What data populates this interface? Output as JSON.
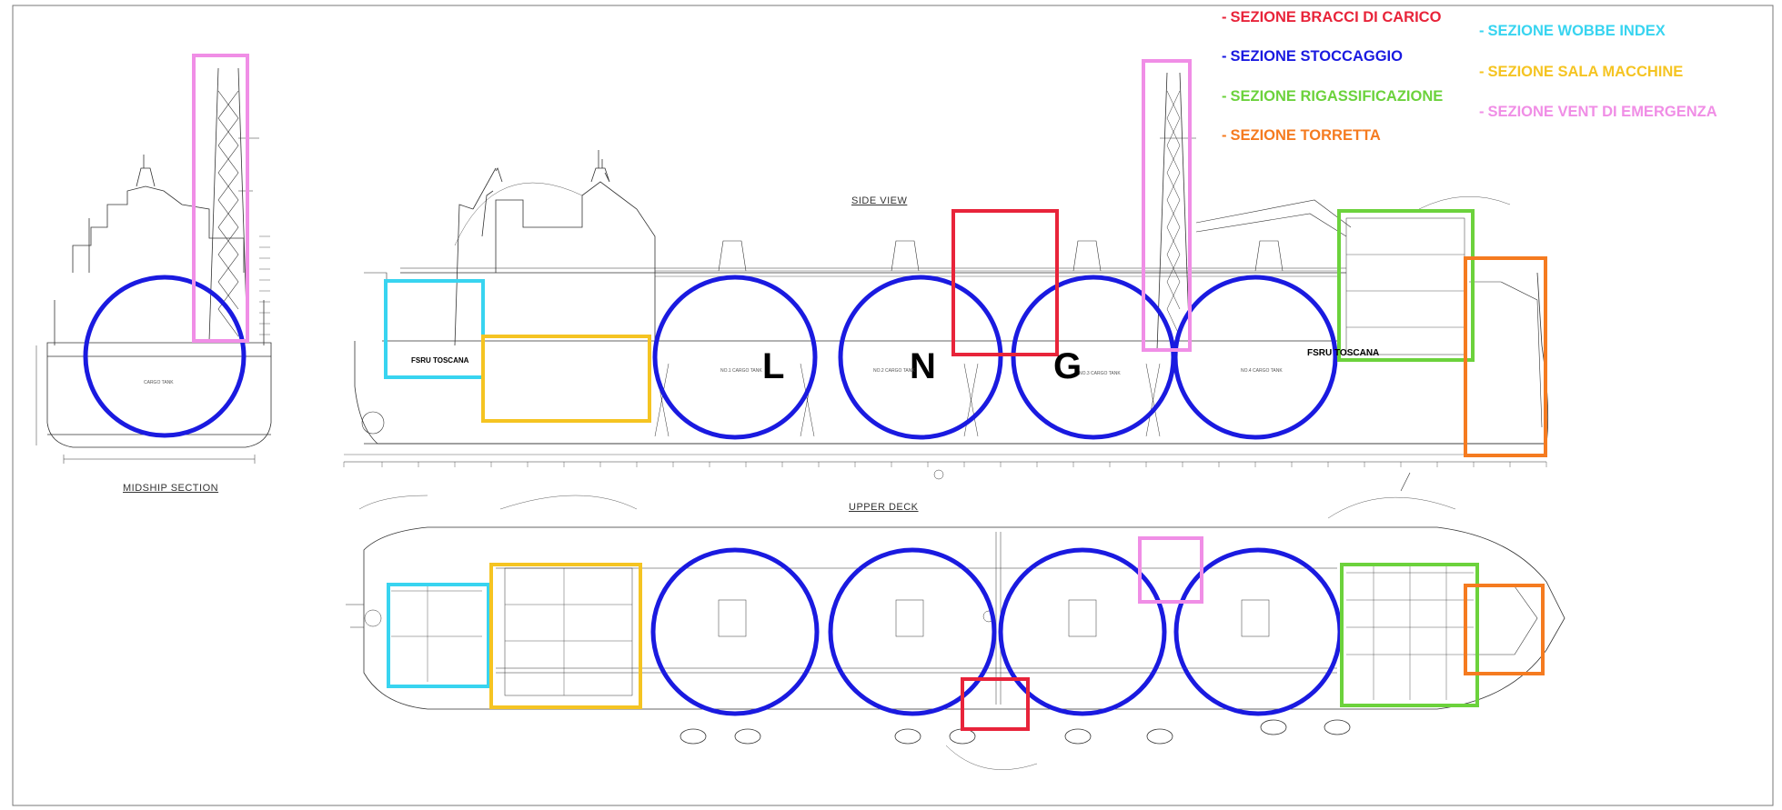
{
  "legend": {
    "items": [
      {
        "id": "bracci",
        "label": "SEZIONE BRACCI DI CARICO",
        "color": "#e8243a"
      },
      {
        "id": "stoccaggio",
        "label": "SEZIONE STOCCAGGIO",
        "color": "#1a1ae0"
      },
      {
        "id": "rigassificazione",
        "label": "SEZIONE RIGASSIFICAZIONE",
        "color": "#6cd23c"
      },
      {
        "id": "torretta",
        "label": "SEZIONE TORRETTA",
        "color": "#f57b20"
      },
      {
        "id": "wobbe",
        "label": "SEZIONE WOBBE INDEX",
        "color": "#38d4f0"
      },
      {
        "id": "sala",
        "label": "SEZIONE SALA MACCHINE",
        "color": "#f5c422"
      },
      {
        "id": "vent",
        "label": "SEZIONE VENT DI EMERGENZA",
        "color": "#f08ee6"
      }
    ]
  },
  "views": {
    "midship": "MIDSHIP SECTION",
    "side": "SIDE VIEW",
    "upper": "UPPER DECK"
  },
  "lng_letters": [
    "L",
    "N",
    "G"
  ],
  "labels": {
    "cargo_tank": "CARGO TANK",
    "fsru_left": "FSRU TOSCANA",
    "fsru_right": "FSRU TOSCANA",
    "tank_1": "NO.1 CARGO TANK",
    "tank_2": "NO.2 CARGO TANK",
    "tank_3": "NO.3 CARGO TANK",
    "tank_4": "NO.4 CARGO TANK"
  }
}
